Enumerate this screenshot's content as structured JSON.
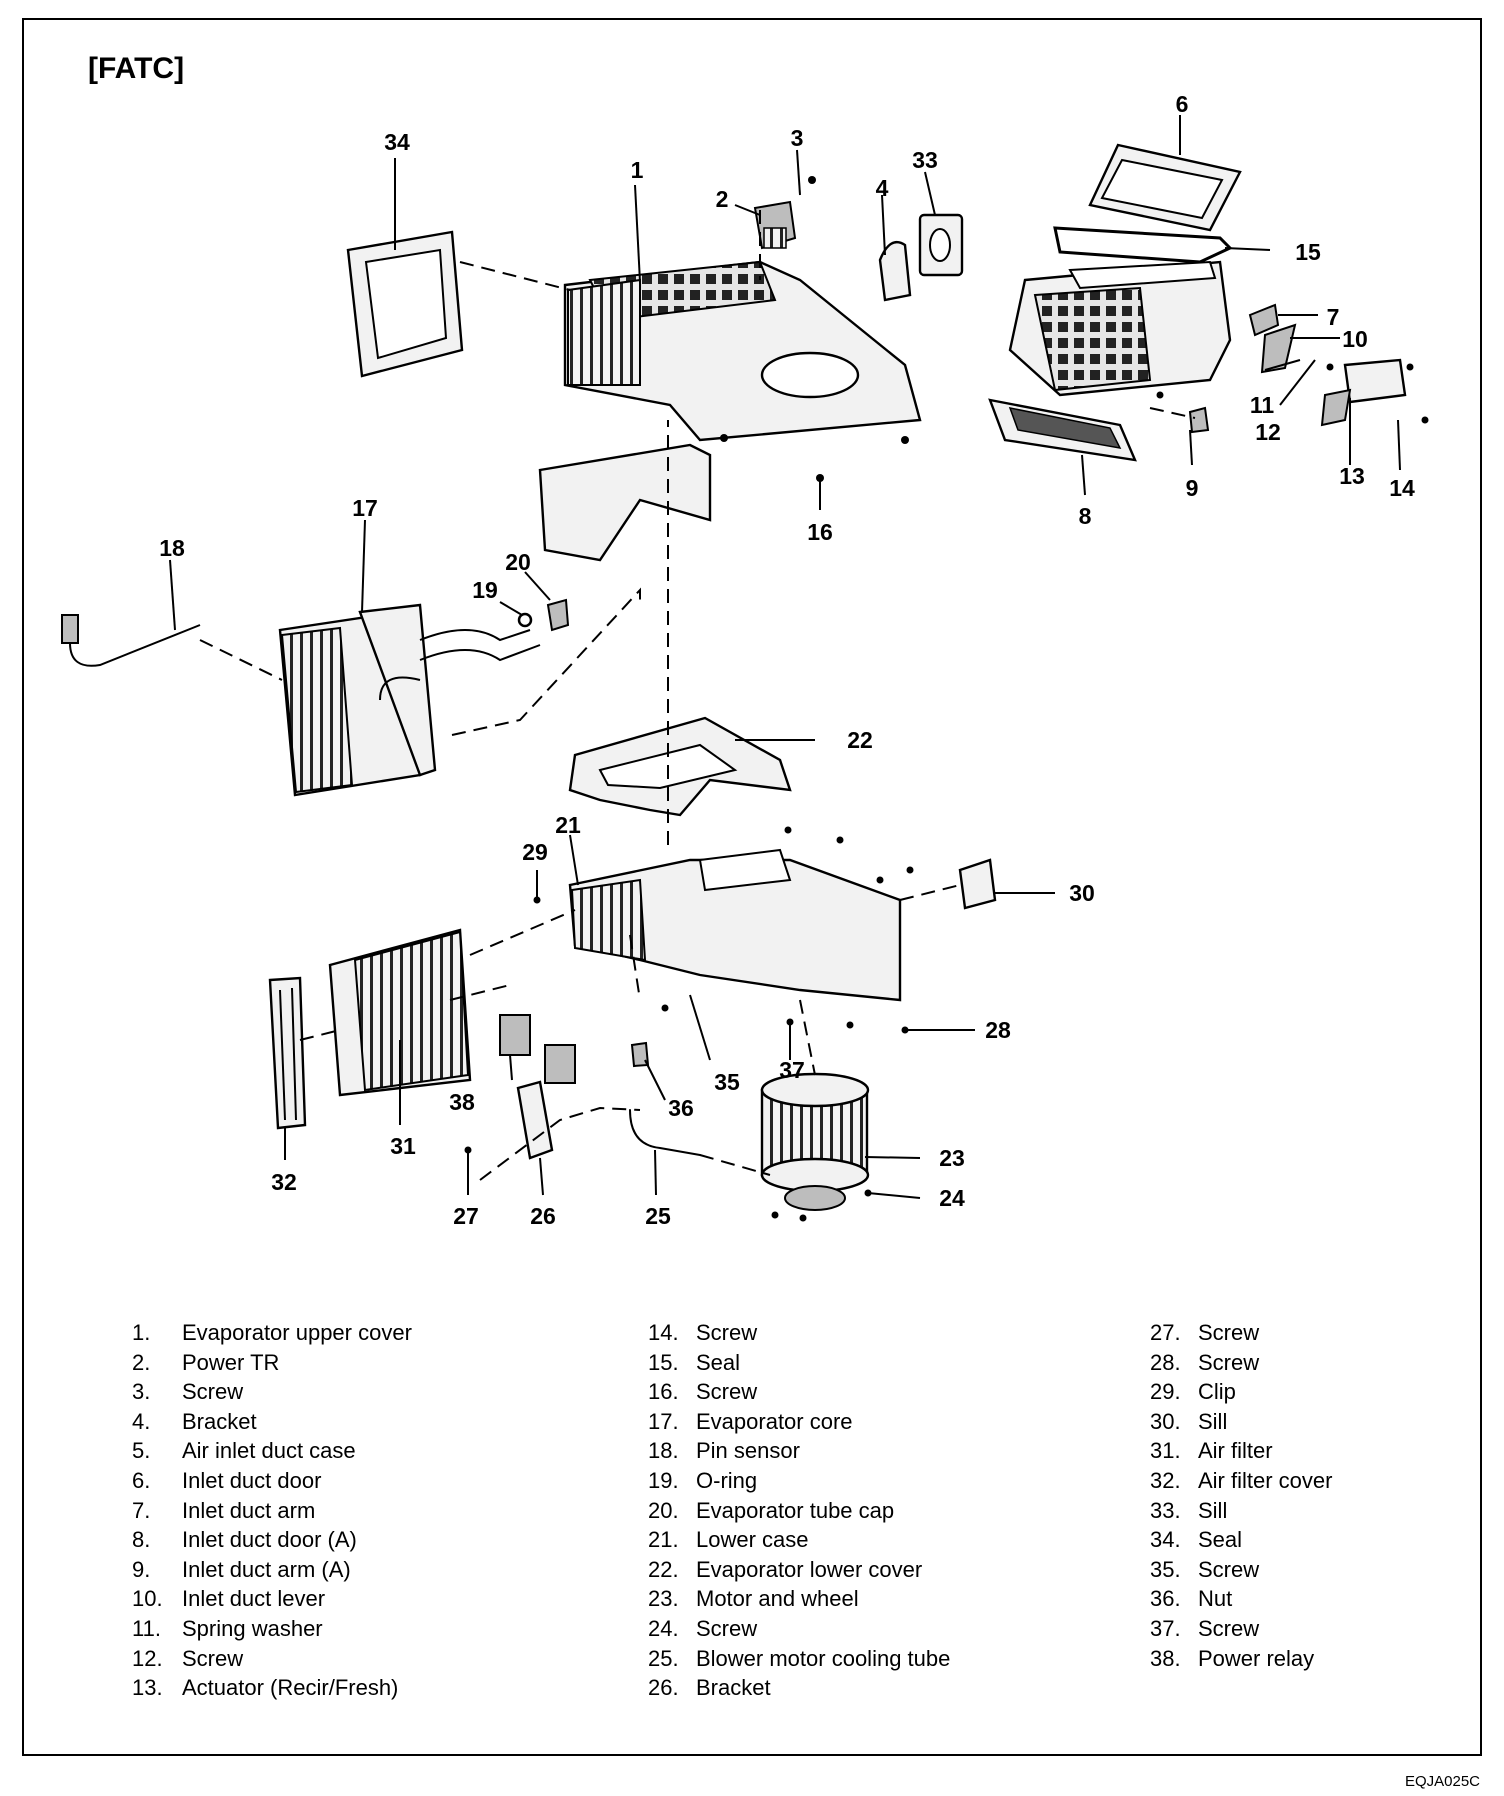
{
  "title": "[FATC]",
  "doc_code": "EQJA025C",
  "callouts": [
    "1",
    "2",
    "3",
    "4",
    "6",
    "7",
    "8",
    "9",
    "10",
    "11",
    "12",
    "13",
    "14",
    "15",
    "16",
    "17",
    "18",
    "19",
    "20",
    "21",
    "22",
    "23",
    "24",
    "25",
    "26",
    "27",
    "28",
    "29",
    "30",
    "31",
    "32",
    "33",
    "34",
    "35",
    "36",
    "37",
    "38"
  ],
  "legend": [
    {
      "num": "1.",
      "label": "Evaporator upper cover"
    },
    {
      "num": "2.",
      "label": "Power TR"
    },
    {
      "num": "3.",
      "label": "Screw"
    },
    {
      "num": "4.",
      "label": "Bracket"
    },
    {
      "num": "5.",
      "label": "Air inlet duct case"
    },
    {
      "num": "6.",
      "label": "Inlet duct door"
    },
    {
      "num": "7.",
      "label": "Inlet duct arm"
    },
    {
      "num": "8.",
      "label": "Inlet duct door (A)"
    },
    {
      "num": "9.",
      "label": "Inlet duct arm (A)"
    },
    {
      "num": "10.",
      "label": "Inlet duct lever"
    },
    {
      "num": "11.",
      "label": "Spring washer"
    },
    {
      "num": "12.",
      "label": "Screw"
    },
    {
      "num": "13.",
      "label": "Actuator (Recir/Fresh)"
    },
    {
      "num": "14.",
      "label": "Screw"
    },
    {
      "num": "15.",
      "label": "Seal"
    },
    {
      "num": "16.",
      "label": "Screw"
    },
    {
      "num": "17.",
      "label": "Evaporator core"
    },
    {
      "num": "18.",
      "label": "Pin sensor"
    },
    {
      "num": "19.",
      "label": "O-ring"
    },
    {
      "num": "20.",
      "label": "Evaporator tube cap"
    },
    {
      "num": "21.",
      "label": "Lower case"
    },
    {
      "num": "22.",
      "label": "Evaporator lower cover"
    },
    {
      "num": "23.",
      "label": "Motor and wheel"
    },
    {
      "num": "24.",
      "label": "Screw"
    },
    {
      "num": "25.",
      "label": "Blower motor cooling tube"
    },
    {
      "num": "26.",
      "label": "Bracket"
    },
    {
      "num": "27.",
      "label": "Screw"
    },
    {
      "num": "28.",
      "label": "Screw"
    },
    {
      "num": "29.",
      "label": "Clip"
    },
    {
      "num": "30.",
      "label": "Sill"
    },
    {
      "num": "31.",
      "label": "Air filter"
    },
    {
      "num": "32.",
      "label": "Air filter cover"
    },
    {
      "num": "33.",
      "label": "Sill"
    },
    {
      "num": "34.",
      "label": "Seal"
    },
    {
      "num": "35.",
      "label": "Screw"
    },
    {
      "num": "36.",
      "label": "Nut"
    },
    {
      "num": "37.",
      "label": "Screw"
    },
    {
      "num": "38.",
      "label": "Power relay"
    }
  ]
}
